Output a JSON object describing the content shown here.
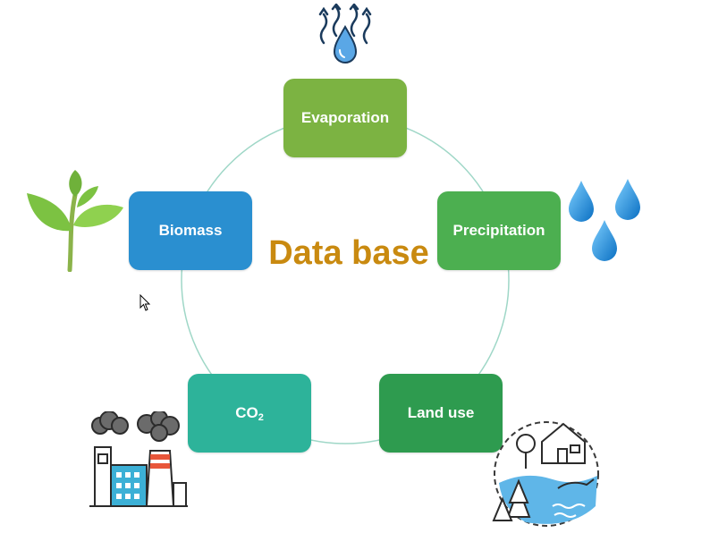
{
  "diagram": {
    "title": "Data base",
    "nodes": [
      {
        "id": "evaporation",
        "label": "Evaporation",
        "color": "#7cb342"
      },
      {
        "id": "precipitation",
        "label": "Precipitation",
        "color": "#4caf50"
      },
      {
        "id": "land_use",
        "label": "Land use",
        "color": "#2e9b4f"
      },
      {
        "id": "co2",
        "label_main": "CO",
        "label_sub": "2",
        "color": "#2db39a"
      },
      {
        "id": "biomass",
        "label": "Biomass",
        "color": "#2a8fd0"
      }
    ],
    "colors": {
      "title": "#c98a10",
      "ring": "#9fd7c7",
      "water": "#1e90d8",
      "plant": "#7cc242",
      "factory_smoke": "#666666"
    },
    "icons": [
      "evaporation-icon",
      "water-drops-icon",
      "plant-sprout-icon",
      "factory-icon",
      "landscape-icon",
      "cursor-icon"
    ]
  }
}
